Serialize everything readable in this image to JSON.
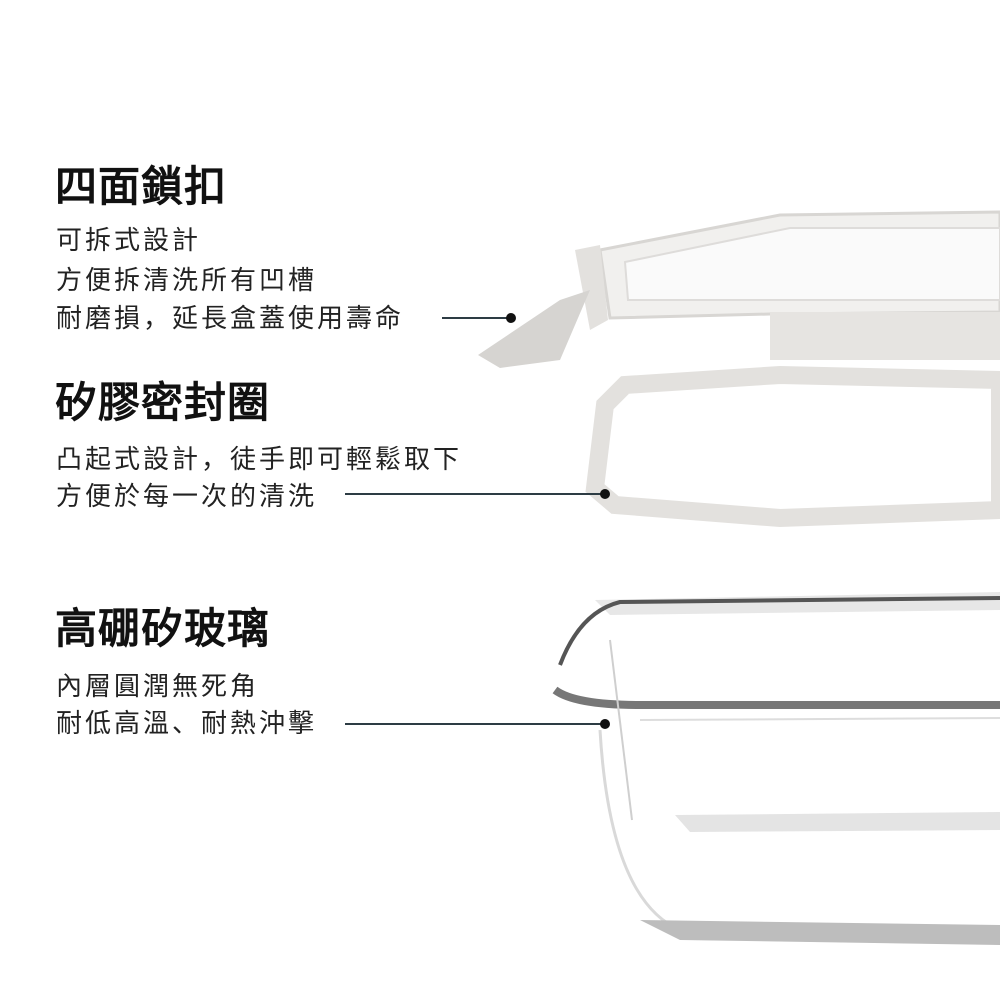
{
  "features": [
    {
      "title": "四面鎖扣",
      "lines": [
        "可拆式設計",
        "方便拆清洗所有凹槽",
        "耐磨損，延長盒蓋使用壽命"
      ]
    },
    {
      "title": "矽膠密封圈",
      "lines": [
        "凸起式設計，徒手即可輕鬆取下",
        "方便於每一次的清洗"
      ]
    },
    {
      "title": "高硼矽玻璃",
      "lines": [
        "內層圓潤無死角",
        "耐低高溫、耐熱沖擊"
      ]
    }
  ]
}
